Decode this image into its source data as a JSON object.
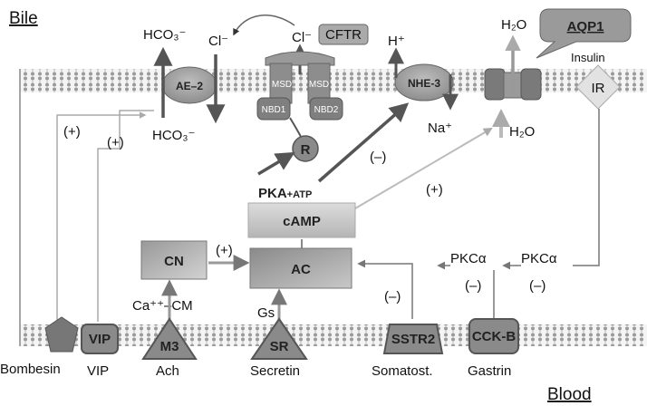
{
  "corners": {
    "bile": "Bile",
    "blood": "Blood"
  },
  "ions": {
    "hco3_top": "HCO₃⁻",
    "hco3_bottom": "HCO₃⁻",
    "cl_left": "Cl⁻",
    "cl_right": "Cl⁻",
    "h_plus": "H⁺",
    "na_plus": "Na⁺",
    "h2o_top": "H₂O",
    "h2o_mid": "H₂O"
  },
  "channels": {
    "ae2": "AE–2",
    "cftr": "CFTR",
    "msd1": "MSD",
    "msd2": "MSD",
    "nbd1": "NBD1",
    "nbd2": "NBD2",
    "r": "R",
    "nhe3": "NHE-3",
    "aqp1": "AQP1",
    "insulin": "Insulin",
    "ir": "IR"
  },
  "signals": {
    "pka": "PKA",
    "atp": "+ATP",
    "camp": "cAMP",
    "ac": "AC",
    "cn": "CN",
    "ca_cm": "Ca⁺⁺–CM",
    "gs": "Gs",
    "pkc1": "PKCα",
    "pkc2": "PKCα"
  },
  "effects": {
    "plus_left1": "(+)",
    "plus_left2": "(+)",
    "minus_nhe": "(–)",
    "plus_aqp": "(+)",
    "plus_cn": "(+)",
    "minus_sstr": "(–)",
    "minus_cck": "(–)",
    "minus_pkc": "(–)"
  },
  "receptors": {
    "bombesin": "Bombesin",
    "vip_box": "VIP",
    "vip_label": "VIP",
    "m3_box": "M3",
    "m3_label": "Ach",
    "sr_box": "SR",
    "sr_label": "Secretin",
    "sstr2_box": "SSTR2",
    "sstr2_label": "Somatost.",
    "cckb_box": "CCK-B",
    "cckb_label": "Gastrin"
  }
}
